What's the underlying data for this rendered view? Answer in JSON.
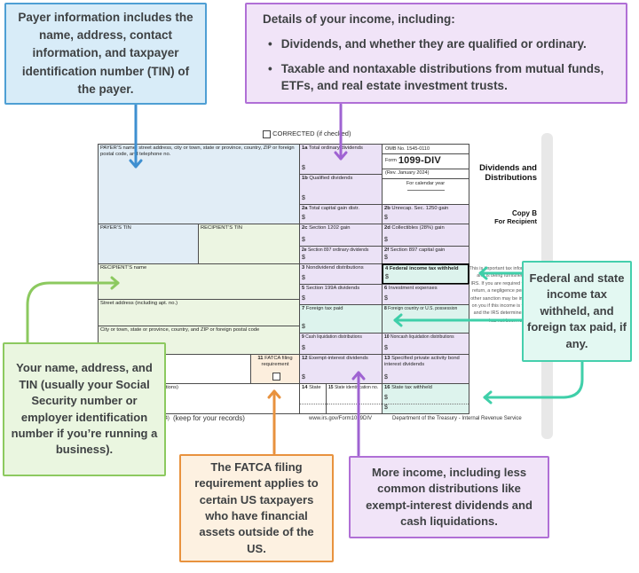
{
  "callouts": {
    "payer": {
      "text": "Payer information includes the name, address, contact information, and taxpayer identification number (TIN) of the payer."
    },
    "income_details": {
      "intro": "Details of your income, including:",
      "bullets": [
        "Dividends, and whether they are qualified or ordinary.",
        "Taxable and nontaxable distributions from mutual funds, ETFs, and real estate investment trusts."
      ]
    },
    "withholding": {
      "text": "Federal and state income tax withheld, and foreign tax paid, if any."
    },
    "recipient": {
      "text": "Your name, address, and TIN (usually your Social Security number or employer identification number if you’re running a business)."
    },
    "fatca": {
      "text": "The FATCA filing requirement applies to certain US taxpayers who have financial assets outside of the US."
    },
    "more_income": {
      "text": "More income, including less common distributions like exempt-interest dividends and cash liquidations."
    }
  },
  "form": {
    "corrected_label": "CORRECTED (if checked)",
    "corrected_checked": false,
    "currency": "$",
    "payer_info_label": "PAYER’S name, street address, city or town, state or province, country, ZIP or foreign postal code, and telephone no.",
    "payer_tin_label": "PAYER’S TIN",
    "recipient_tin_label": "RECIPIENT’S TIN",
    "recipient_name_label": "RECIPIENT’S name",
    "street_label": "Street address (including apt. no.)",
    "city_label": "City or town, state or province, country, and ZIP or foreign postal code",
    "account_label": "Account number (see instructions)",
    "omb": "OMB No. 1545-0110",
    "form_word": "Form",
    "form_number": "1099-DIV",
    "revision": "(Rev. January 2024)",
    "calendar_year": "For calendar year",
    "title": "Dividends and Distributions",
    "copy": "Copy B",
    "for_recipient": "For Recipient",
    "fine_print": "This is important tax information and is being furnished to the IRS. If you are required to file a return, a negligence penalty or other sanction may be imposed on you if this income is taxable and the IRS determines that it has not been reported.",
    "fatca_checked": false,
    "boxes": {
      "b1a": {
        "num": "1a",
        "label": "Total ordinary dividends"
      },
      "b1b": {
        "num": "1b",
        "label": "Qualified dividends"
      },
      "b2a": {
        "num": "2a",
        "label": "Total capital gain distr."
      },
      "b2b": {
        "num": "2b",
        "label": "Unrecap. Sec. 1250 gain"
      },
      "b2c": {
        "num": "2c",
        "label": "Section 1202 gain"
      },
      "b2d": {
        "num": "2d",
        "label": "Collectibles (28%) gain"
      },
      "b2e": {
        "num": "2e",
        "label": "Section 897 ordinary dividends"
      },
      "b2f": {
        "num": "2f",
        "label": "Section 897 capital gain"
      },
      "b3": {
        "num": "3",
        "label": "Nondividend distributions"
      },
      "b4": {
        "num": "4",
        "label": "Federal income tax withheld"
      },
      "b5": {
        "num": "5",
        "label": "Section 199A dividends"
      },
      "b6": {
        "num": "6",
        "label": "Investment expenses"
      },
      "b7": {
        "num": "7",
        "label": "Foreign tax paid"
      },
      "b8": {
        "num": "8",
        "label": "Foreign country or U.S. possession"
      },
      "b9": {
        "num": "9",
        "label": "Cash liquidation distributions"
      },
      "b10": {
        "num": "10",
        "label": "Noncash liquidation distributions"
      },
      "b11": {
        "num": "11",
        "label": "FATCA filing requirement"
      },
      "b12": {
        "num": "12",
        "label": "Exempt-interest dividends"
      },
      "b13": {
        "num": "13",
        "label": "Specified private activity bond interest dividends"
      },
      "b14": {
        "num": "14",
        "label": "State"
      },
      "b15": {
        "num": "15",
        "label": "State identification no."
      },
      "b16": {
        "num": "16",
        "label": "State tax withheld"
      }
    },
    "footer": {
      "form_id": "Form 1099-DIV (Rev. 1-2024)",
      "keep": "(keep for your records)",
      "url": "www.irs.gov/Form1099DIV",
      "dept": "Department of the Treasury - Internal Revenue Service"
    }
  },
  "colors": {
    "blue": "#4e9fd4",
    "purple": "#b06fd6",
    "teal": "#45cfad",
    "green": "#8cc95f",
    "orange": "#e8923e"
  }
}
